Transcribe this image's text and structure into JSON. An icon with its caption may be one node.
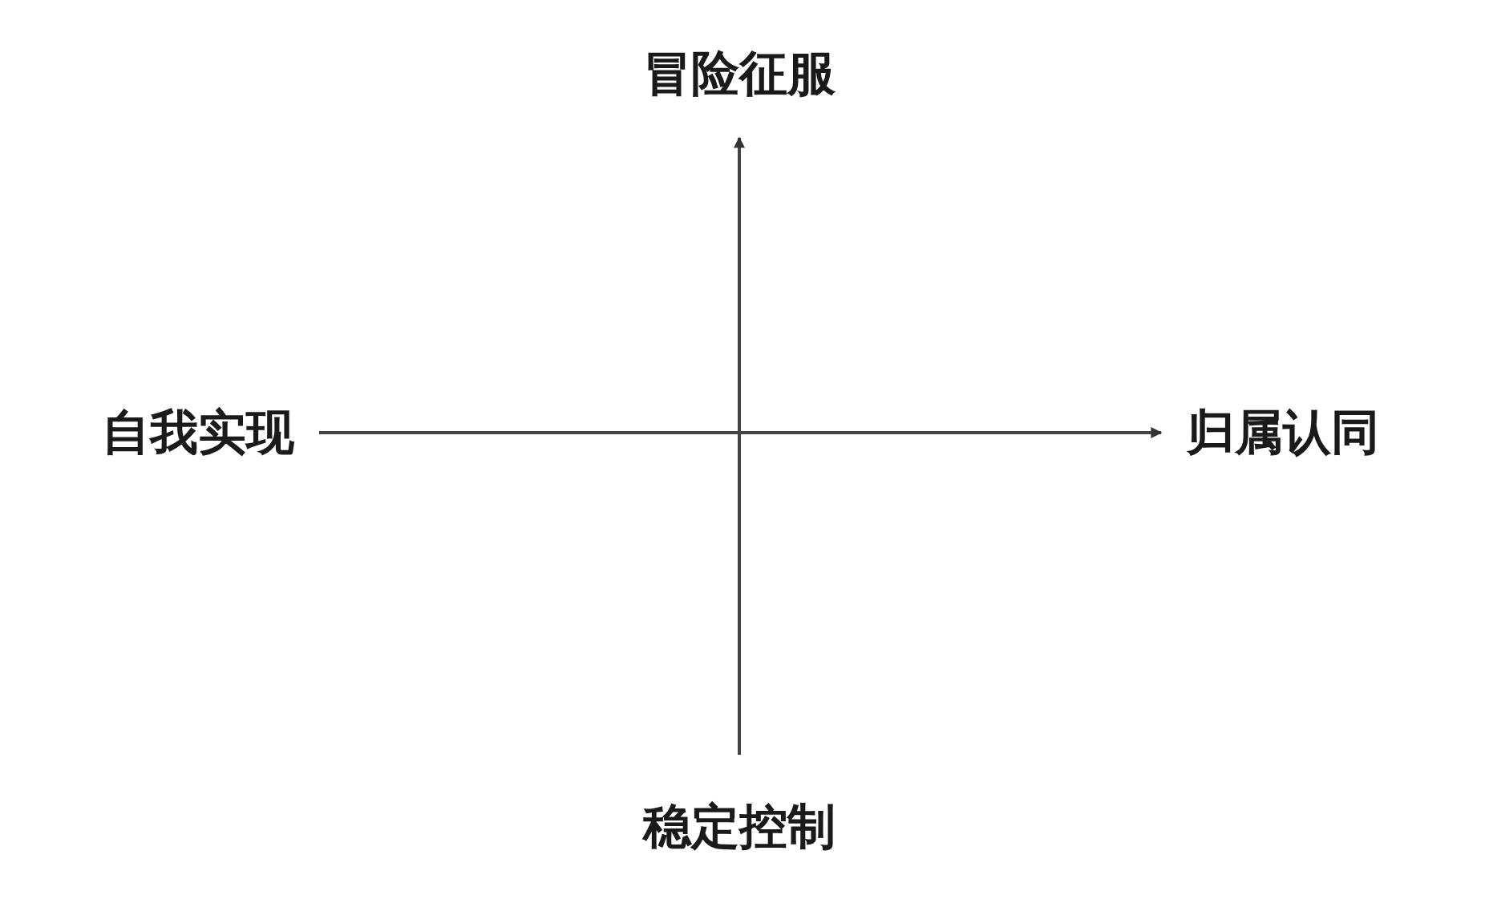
{
  "diagram": {
    "nodes": [
      {
        "text": [
          "冒险征服"
        ]
      },
      {
        "text": [
          "自我实现"
        ]
      },
      {
        "text": [
          "归属认同"
        ]
      },
      {
        "text": [
          "稳定控制"
        ]
      }
    ],
    "edges": [
      {
        "from": 3,
        "to": 0,
        "arrow": "to"
      },
      {
        "from": 1,
        "to": 2,
        "arrow": "to"
      }
    ]
  }
}
